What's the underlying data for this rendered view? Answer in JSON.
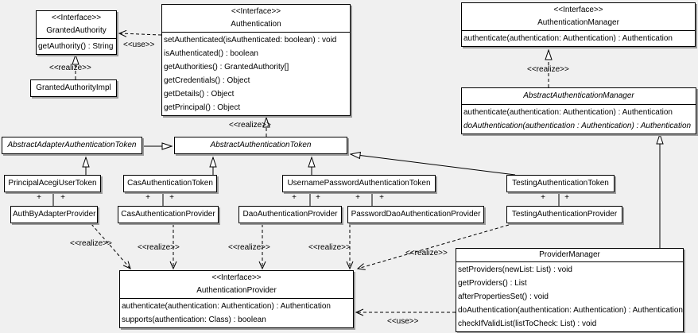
{
  "diagram": {
    "kind": "uml-class-diagram",
    "background_color": "#f0f0f0",
    "box_fill_color": "#ffffff",
    "line_color": "#000000",
    "shadow_color": "#9c9c9c"
  },
  "labels": {
    "use": "<<use>>",
    "realize": "<<realize>>",
    "plus": "+"
  },
  "classes": {
    "granted_authority": {
      "stereotype": "<<Interface>>",
      "name": "GrantedAuthority",
      "methods": [
        "getAuthority() : String"
      ]
    },
    "granted_authority_impl": {
      "name": "GrantedAuthorityImpl"
    },
    "authentication": {
      "stereotype": "<<Interface>>",
      "name": "Authentication",
      "methods": [
        "setAuthenticated(isAuthenticated: boolean) : void",
        "isAuthenticated() : boolean",
        "getAuthorities() : GrantedAuthority[]",
        "getCredentials() : Object",
        "getDetails() : Object",
        "getPrincipal() : Object"
      ]
    },
    "authentication_manager": {
      "stereotype": "<<Interface>>",
      "name": "AuthenticationManager",
      "methods": [
        "authenticate(authentication: Authentication) : Authentication"
      ]
    },
    "abstract_authentication_manager": {
      "name": "AbstractAuthenticationManager",
      "methods": [
        "authenticate(authentication: Authentication) : Authentication",
        "doAuthentication(authentication : Authentication) : Authentication"
      ]
    },
    "abstract_adapter_authentication_token": {
      "name": "AbstractAdapterAuthenticationToken"
    },
    "abstract_authentication_token": {
      "name": "AbstractAuthenticationToken"
    },
    "principal_acegi_user_token": {
      "name": "PrincipalAcegiUserToken"
    },
    "cas_authentication_token": {
      "name": "CasAuthenticationToken"
    },
    "username_password_authentication_token": {
      "name": "UsernamePasswordAuthenticationToken"
    },
    "testing_authentication_token": {
      "name": "TestingAuthenticationToken"
    },
    "auth_by_adapter_provider": {
      "name": "AuthByAdapterProvider"
    },
    "cas_authentication_provider": {
      "name": "CasAuthenticationProvider"
    },
    "dao_authentication_provider": {
      "name": "DaoAuthenticationProvider"
    },
    "password_dao_authentication_provider": {
      "name": "PasswordDaoAuthenticationProvider"
    },
    "testing_authentication_provider": {
      "name": "TestingAuthenticationProvider"
    },
    "authentication_provider": {
      "stereotype": "<<Interface>>",
      "name": "AuthenticationProvider",
      "methods": [
        "authenticate(authentication: Authentication) : Authentication",
        "supports(authentication: Class) : boolean"
      ]
    },
    "provider_manager": {
      "name": "ProviderManager",
      "methods": [
        "setProviders(newList: List) : void",
        "getProviders() : List",
        "afterPropertiesSet() : void",
        "doAuthentication(authentication: Authentication) : Authentication",
        "checkIfValidList(listToCheck: List) : void"
      ]
    }
  },
  "relationships": [
    {
      "from": "Authentication",
      "to": "GrantedAuthority",
      "type": "dependency",
      "label": "<<use>>"
    },
    {
      "from": "GrantedAuthorityImpl",
      "to": "GrantedAuthority",
      "type": "realization",
      "label": "<<realize>>"
    },
    {
      "from": "AbstractAuthenticationToken",
      "to": "Authentication",
      "type": "realization",
      "label": "<<realize>>"
    },
    {
      "from": "AbstractAuthenticationManager",
      "to": "AuthenticationManager",
      "type": "realization",
      "label": "<<realize>>"
    },
    {
      "from": "AbstractAdapterAuthenticationToken",
      "to": "AbstractAuthenticationToken",
      "type": "generalization"
    },
    {
      "from": "PrincipalAcegiUserToken",
      "to": "AbstractAdapterAuthenticationToken",
      "type": "generalization"
    },
    {
      "from": "CasAuthenticationToken",
      "to": "AbstractAuthenticationToken",
      "type": "generalization"
    },
    {
      "from": "UsernamePasswordAuthenticationToken",
      "to": "AbstractAuthenticationToken",
      "type": "generalization"
    },
    {
      "from": "TestingAuthenticationToken",
      "to": "AbstractAuthenticationToken",
      "type": "generalization"
    },
    {
      "from": "ProviderManager",
      "to": "AbstractAuthenticationManager",
      "type": "generalization"
    },
    {
      "from": "PrincipalAcegiUserToken",
      "to": "AuthByAdapterProvider",
      "type": "association",
      "end_labels": [
        "+",
        "+"
      ]
    },
    {
      "from": "CasAuthenticationToken",
      "to": "CasAuthenticationProvider",
      "type": "association",
      "end_labels": [
        "+",
        "+"
      ]
    },
    {
      "from": "UsernamePasswordAuthenticationToken",
      "to": "DaoAuthenticationProvider",
      "type": "association",
      "end_labels": [
        "+",
        "+"
      ]
    },
    {
      "from": "UsernamePasswordAuthenticationToken",
      "to": "PasswordDaoAuthenticationProvider",
      "type": "association",
      "end_labels": [
        "+",
        "+"
      ]
    },
    {
      "from": "TestingAuthenticationToken",
      "to": "TestingAuthenticationProvider",
      "type": "association",
      "end_labels": [
        "+",
        "+"
      ]
    },
    {
      "from": "AuthByAdapterProvider",
      "to": "AuthenticationProvider",
      "type": "realization",
      "label": "<<realize>>"
    },
    {
      "from": "CasAuthenticationProvider",
      "to": "AuthenticationProvider",
      "type": "realization",
      "label": "<<realize>>"
    },
    {
      "from": "DaoAuthenticationProvider",
      "to": "AuthenticationProvider",
      "type": "realization",
      "label": "<<realize>>"
    },
    {
      "from": "PasswordDaoAuthenticationProvider",
      "to": "AuthenticationProvider",
      "type": "realization",
      "label": "<<realize>>"
    },
    {
      "from": "TestingAuthenticationProvider",
      "to": "AuthenticationProvider",
      "type": "realization",
      "label": "<<realize>>"
    },
    {
      "from": "ProviderManager",
      "to": "AuthenticationProvider",
      "type": "dependency",
      "label": "<<use>>"
    }
  ]
}
